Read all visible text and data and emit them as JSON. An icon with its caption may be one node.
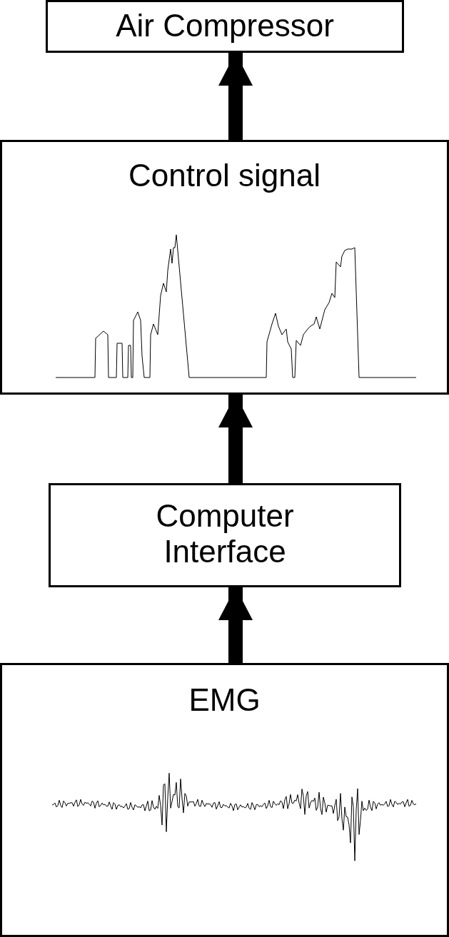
{
  "diagram": {
    "nodes": [
      {
        "text": [
          "Air Compressor"
        ]
      },
      {
        "text": [
          "Control signal"
        ]
      },
      {
        "text": [
          "Computer Interface"
        ]
      },
      {
        "text": [
          "EMG"
        ]
      }
    ],
    "edges": [
      {
        "from": 1,
        "to": 0,
        "arrow": "to"
      },
      {
        "from": 2,
        "to": 1,
        "arrow": "to"
      },
      {
        "from": 3,
        "to": 2,
        "arrow": "to"
      }
    ]
  }
}
